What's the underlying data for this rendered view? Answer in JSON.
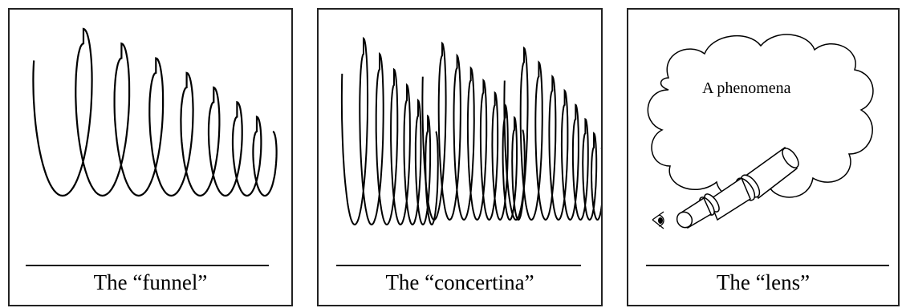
{
  "panels": [
    {
      "id": "funnel",
      "caption": "The “funnel”"
    },
    {
      "id": "concertina",
      "caption": "The “concertina”"
    },
    {
      "id": "lens",
      "caption": "The “lens”",
      "cloud_text": "A phenomena"
    }
  ]
}
